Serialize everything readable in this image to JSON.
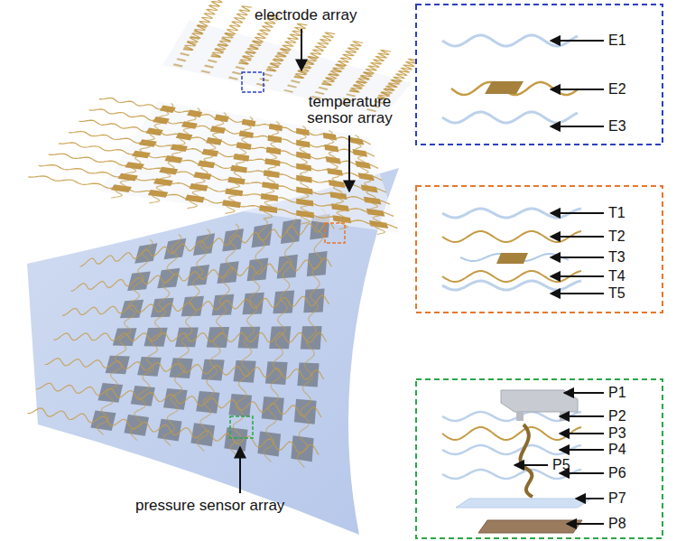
{
  "diagram": {
    "labels": [
      "electrode array",
      "E1",
      "E2",
      "E3",
      "temperature sensor array",
      "T1",
      "T2",
      "T3",
      "T4",
      "T5",
      "P1",
      "P2",
      "P3",
      "P4",
      "P5",
      "P6",
      "P7",
      "P8",
      "pressure sensor array"
    ]
  }
}
